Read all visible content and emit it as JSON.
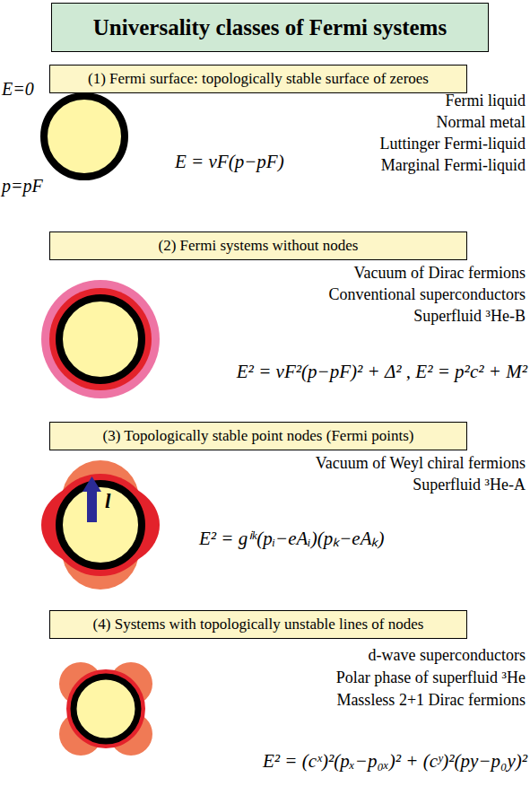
{
  "diagram": {
    "title": "Universality  classes of Fermi systems",
    "nodes": [
      {
        "text": [
          "(1) Fermi surface: topologically stable surface of zeroes"
        ]
      },
      {
        "text": [
          "(2) Fermi systems without nodes"
        ]
      },
      {
        "text": [
          "(3) Topologically stable point nodes (Fermi points)"
        ]
      },
      {
        "text": [
          "(4) Systems with topologically unstable lines of nodes"
        ]
      }
    ],
    "labels": [
      "E=0",
      "p=pF",
      "Fermi liquid",
      "Normal metal",
      "Luttinger Fermi-liquid",
      "Marginal Fermi-liquid",
      "E = vF(p−pF)",
      "Vacuum of Dirac fermions",
      "Conventional superconductors",
      "Superfluid ³He-B",
      "E² = vF²(p−pF)² + Δ² ,  E² = p²c² + M²",
      "Vacuum of Weyl chiral fermions",
      "Superfluid ³He-A",
      "l",
      "E² = gⁱᵏ(pᵢ−eAᵢ)(pₖ−eAₖ)",
      "d-wave superconductors",
      "Polar phase of superfluid ³He",
      "Massless 2+1 Dirac fermions",
      "E² = (cˣ)²(pₓ−p₀ₓ)² + (cʸ)²(py−p₀y)²"
    ]
  }
}
